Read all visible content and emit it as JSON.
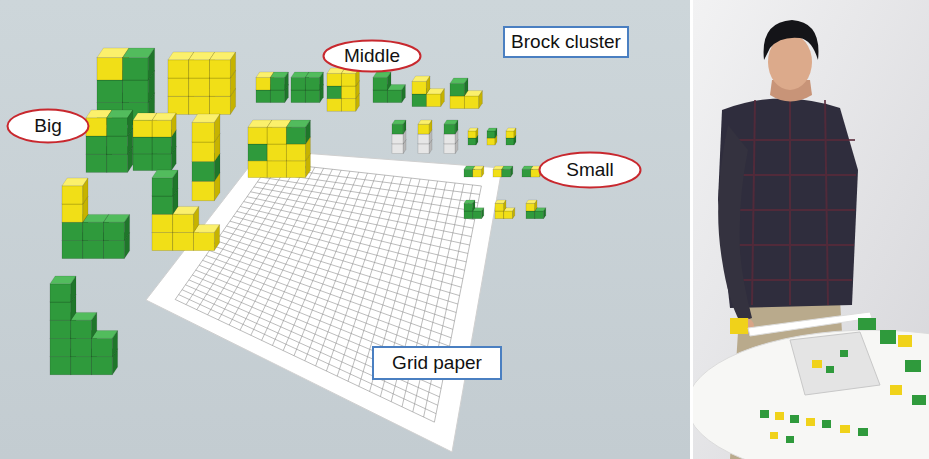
{
  "diagram": {
    "nodes": [
      {
        "text": [
          "Middle"
        ]
      },
      {
        "text": [
          "Brock cluster"
        ]
      },
      {
        "text": [
          "Big"
        ]
      },
      {
        "text": [
          "Small"
        ]
      },
      {
        "text": [
          "Grid paper"
        ]
      }
    ]
  }
}
